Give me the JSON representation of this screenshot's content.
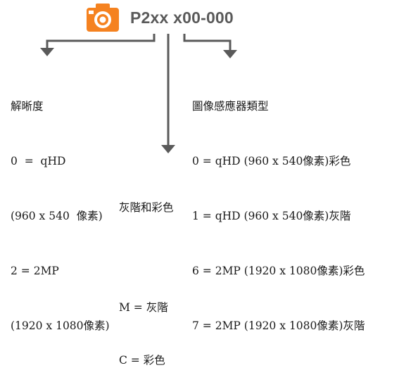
{
  "header": {
    "icon": "camera-icon",
    "accent_color": "#f58220",
    "code_a": "P2xx",
    "code_b": "x00-000"
  },
  "resolution": {
    "title": "解晰度",
    "lines": [
      "0  =  qHD",
      "(960 x 540  像素)",
      "2 = 2MP",
      "(1920 x 1080像素)"
    ]
  },
  "color_mode": {
    "title": "灰階和彩色",
    "lines": [
      "M = 灰階",
      "C = 彩色"
    ]
  },
  "sensor": {
    "title": "圖像感應器類型",
    "lines": [
      "0 = qHD (960 x 540像素)彩色",
      "1 = qHD (960 x 540像素)灰階",
      "6 = 2MP (1920 x 1080像素)彩色",
      "7 = 2MP (1920 x 1080像素)灰階"
    ]
  }
}
